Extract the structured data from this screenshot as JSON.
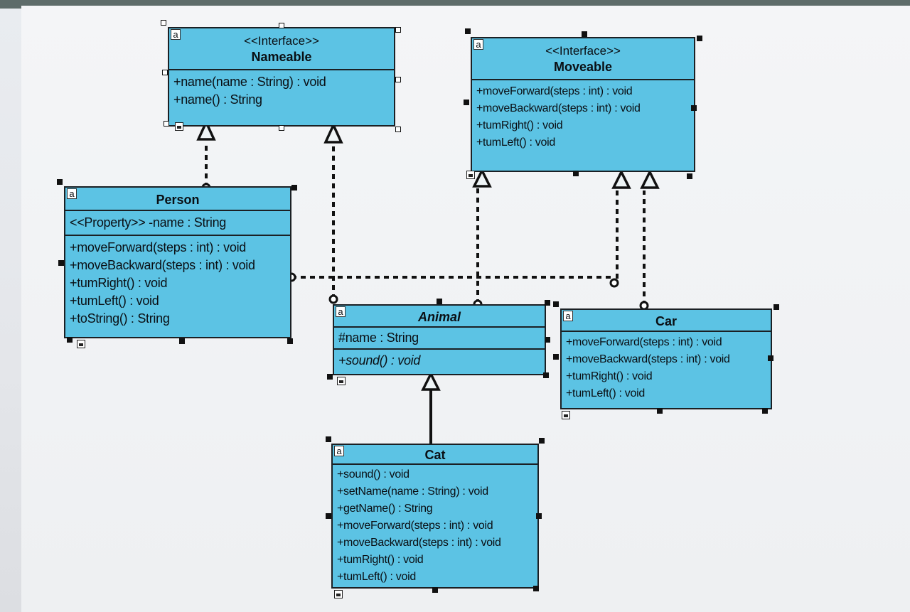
{
  "diagram": {
    "classes": {
      "nameable": {
        "tag": "a",
        "stereotype": "<<Interface>>",
        "name": "Nameable",
        "operations": [
          "+name(name : String) : void",
          "+name() : String"
        ]
      },
      "moveable": {
        "tag": "a",
        "stereotype": "<<Interface>>",
        "name": "Moveable",
        "operations": [
          "+moveForward(steps : int) : void",
          "+moveBackward(steps : int) : void",
          "+tumRight() : void",
          "+tumLeft() : void"
        ]
      },
      "person": {
        "tag": "a",
        "name": "Person",
        "attributes": [
          "<<Property>> -name : String"
        ],
        "operations": [
          "+moveForward(steps : int) : void",
          "+moveBackward(steps : int) : void",
          "+tumRight() : void",
          "+tumLeft() : void",
          "+toString() : String"
        ]
      },
      "animal": {
        "tag": "a",
        "name": "Animal",
        "attributes": [
          "#name : String"
        ],
        "operations": [
          "+sound() : void"
        ]
      },
      "car": {
        "tag": "a",
        "name": "Car",
        "operations": [
          "+moveForward(steps : int) : void",
          "+moveBackward(steps : int) : void",
          "+tumRight() : void",
          "+tumLeft() : void"
        ]
      },
      "cat": {
        "tag": "a",
        "name": "Cat",
        "operations": [
          "+sound() : void",
          "+setName(name : String) : void",
          "+getName() : String",
          "+moveForward(steps : int) : void",
          "+moveBackward(steps : int) : void",
          "+tumRight() : void",
          "+tumLeft() : void"
        ]
      }
    },
    "relations": [
      {
        "type": "realization",
        "from": "Person",
        "to": "Nameable"
      },
      {
        "type": "realization",
        "from": "Animal",
        "to": "Nameable"
      },
      {
        "type": "realization",
        "from": "Animal",
        "to": "Moveable"
      },
      {
        "type": "realization",
        "from": "Person",
        "to": "Moveable"
      },
      {
        "type": "realization",
        "from": "Car",
        "to": "Moveable"
      },
      {
        "type": "generalization",
        "from": "Cat",
        "to": "Animal"
      }
    ],
    "colors": {
      "class_fill": "#5cc3e4",
      "border": "#1b2024",
      "background": "#eef0f2"
    }
  }
}
